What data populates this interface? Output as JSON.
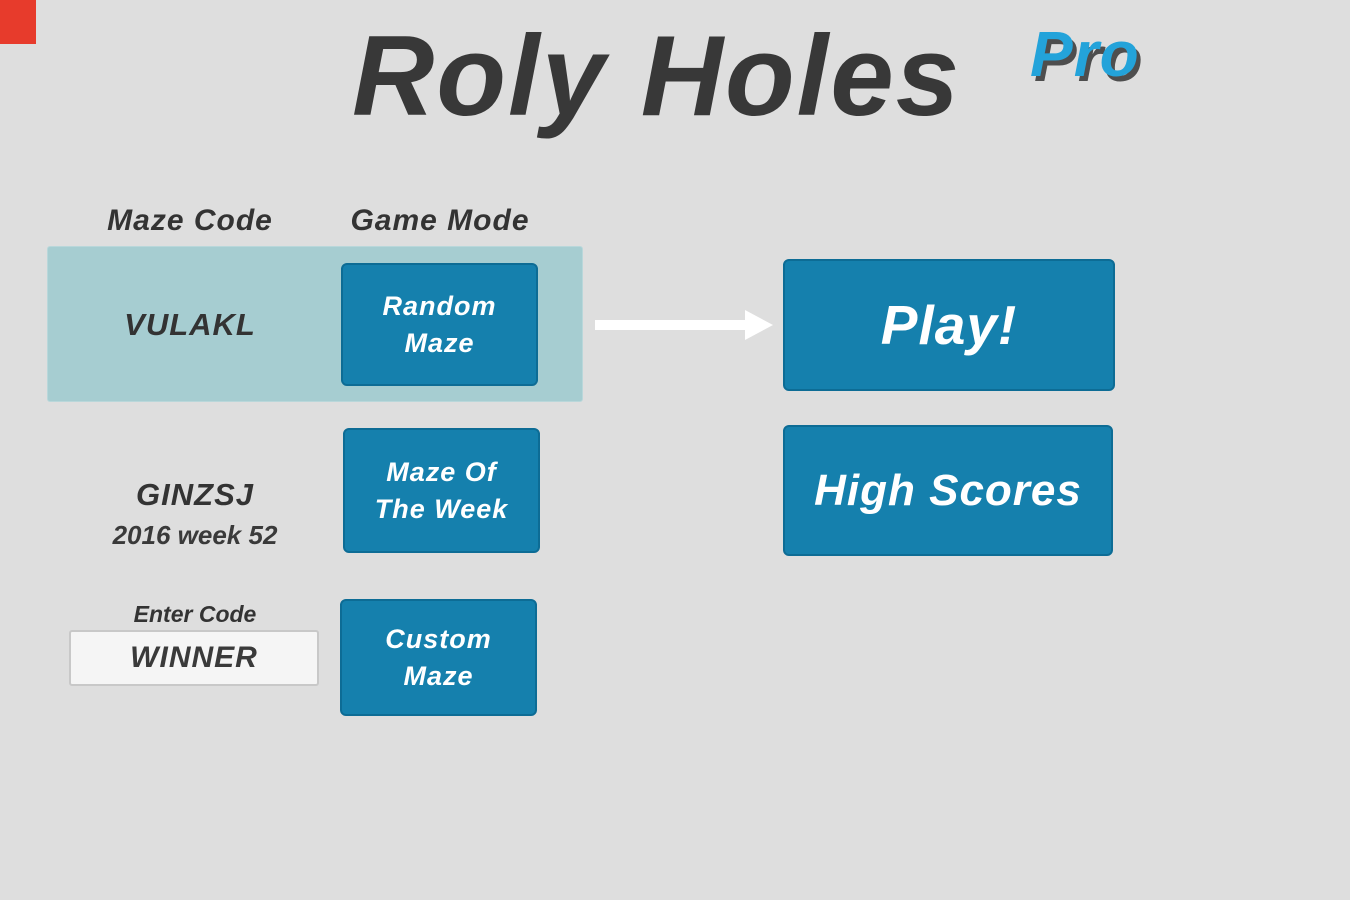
{
  "screen": {
    "background_color": "#dedede",
    "recording_marker_color": "#e73b2c"
  },
  "header": {
    "title": "Roly Holes",
    "badge": "Pro",
    "title_color": "#383838",
    "badge_color": "#23a3da"
  },
  "table": {
    "maze_code_header": "Maze Code",
    "game_mode_header": "Game Mode"
  },
  "selected_row": {
    "maze_code": "VULAKL",
    "mode_button_label": "Random Maze",
    "mode_button_lines": [
      "Random",
      "Maze"
    ],
    "highlight_color": "#a6cdd1"
  },
  "weekly_row": {
    "maze_code": "GINZSJ",
    "subtitle": "2016 week 52",
    "mode_button_label": "Maze Of The Week",
    "mode_button_lines": [
      "Maze Of",
      "The Week"
    ]
  },
  "custom_row": {
    "label": "Enter Code",
    "code_input_value": "WINNER",
    "mode_button_label": "Custom Maze",
    "mode_button_lines": [
      "Custom",
      "Maze"
    ]
  },
  "actions": {
    "play": "Play!",
    "high_scores": "High Scores",
    "button_color": "#1580ad"
  }
}
